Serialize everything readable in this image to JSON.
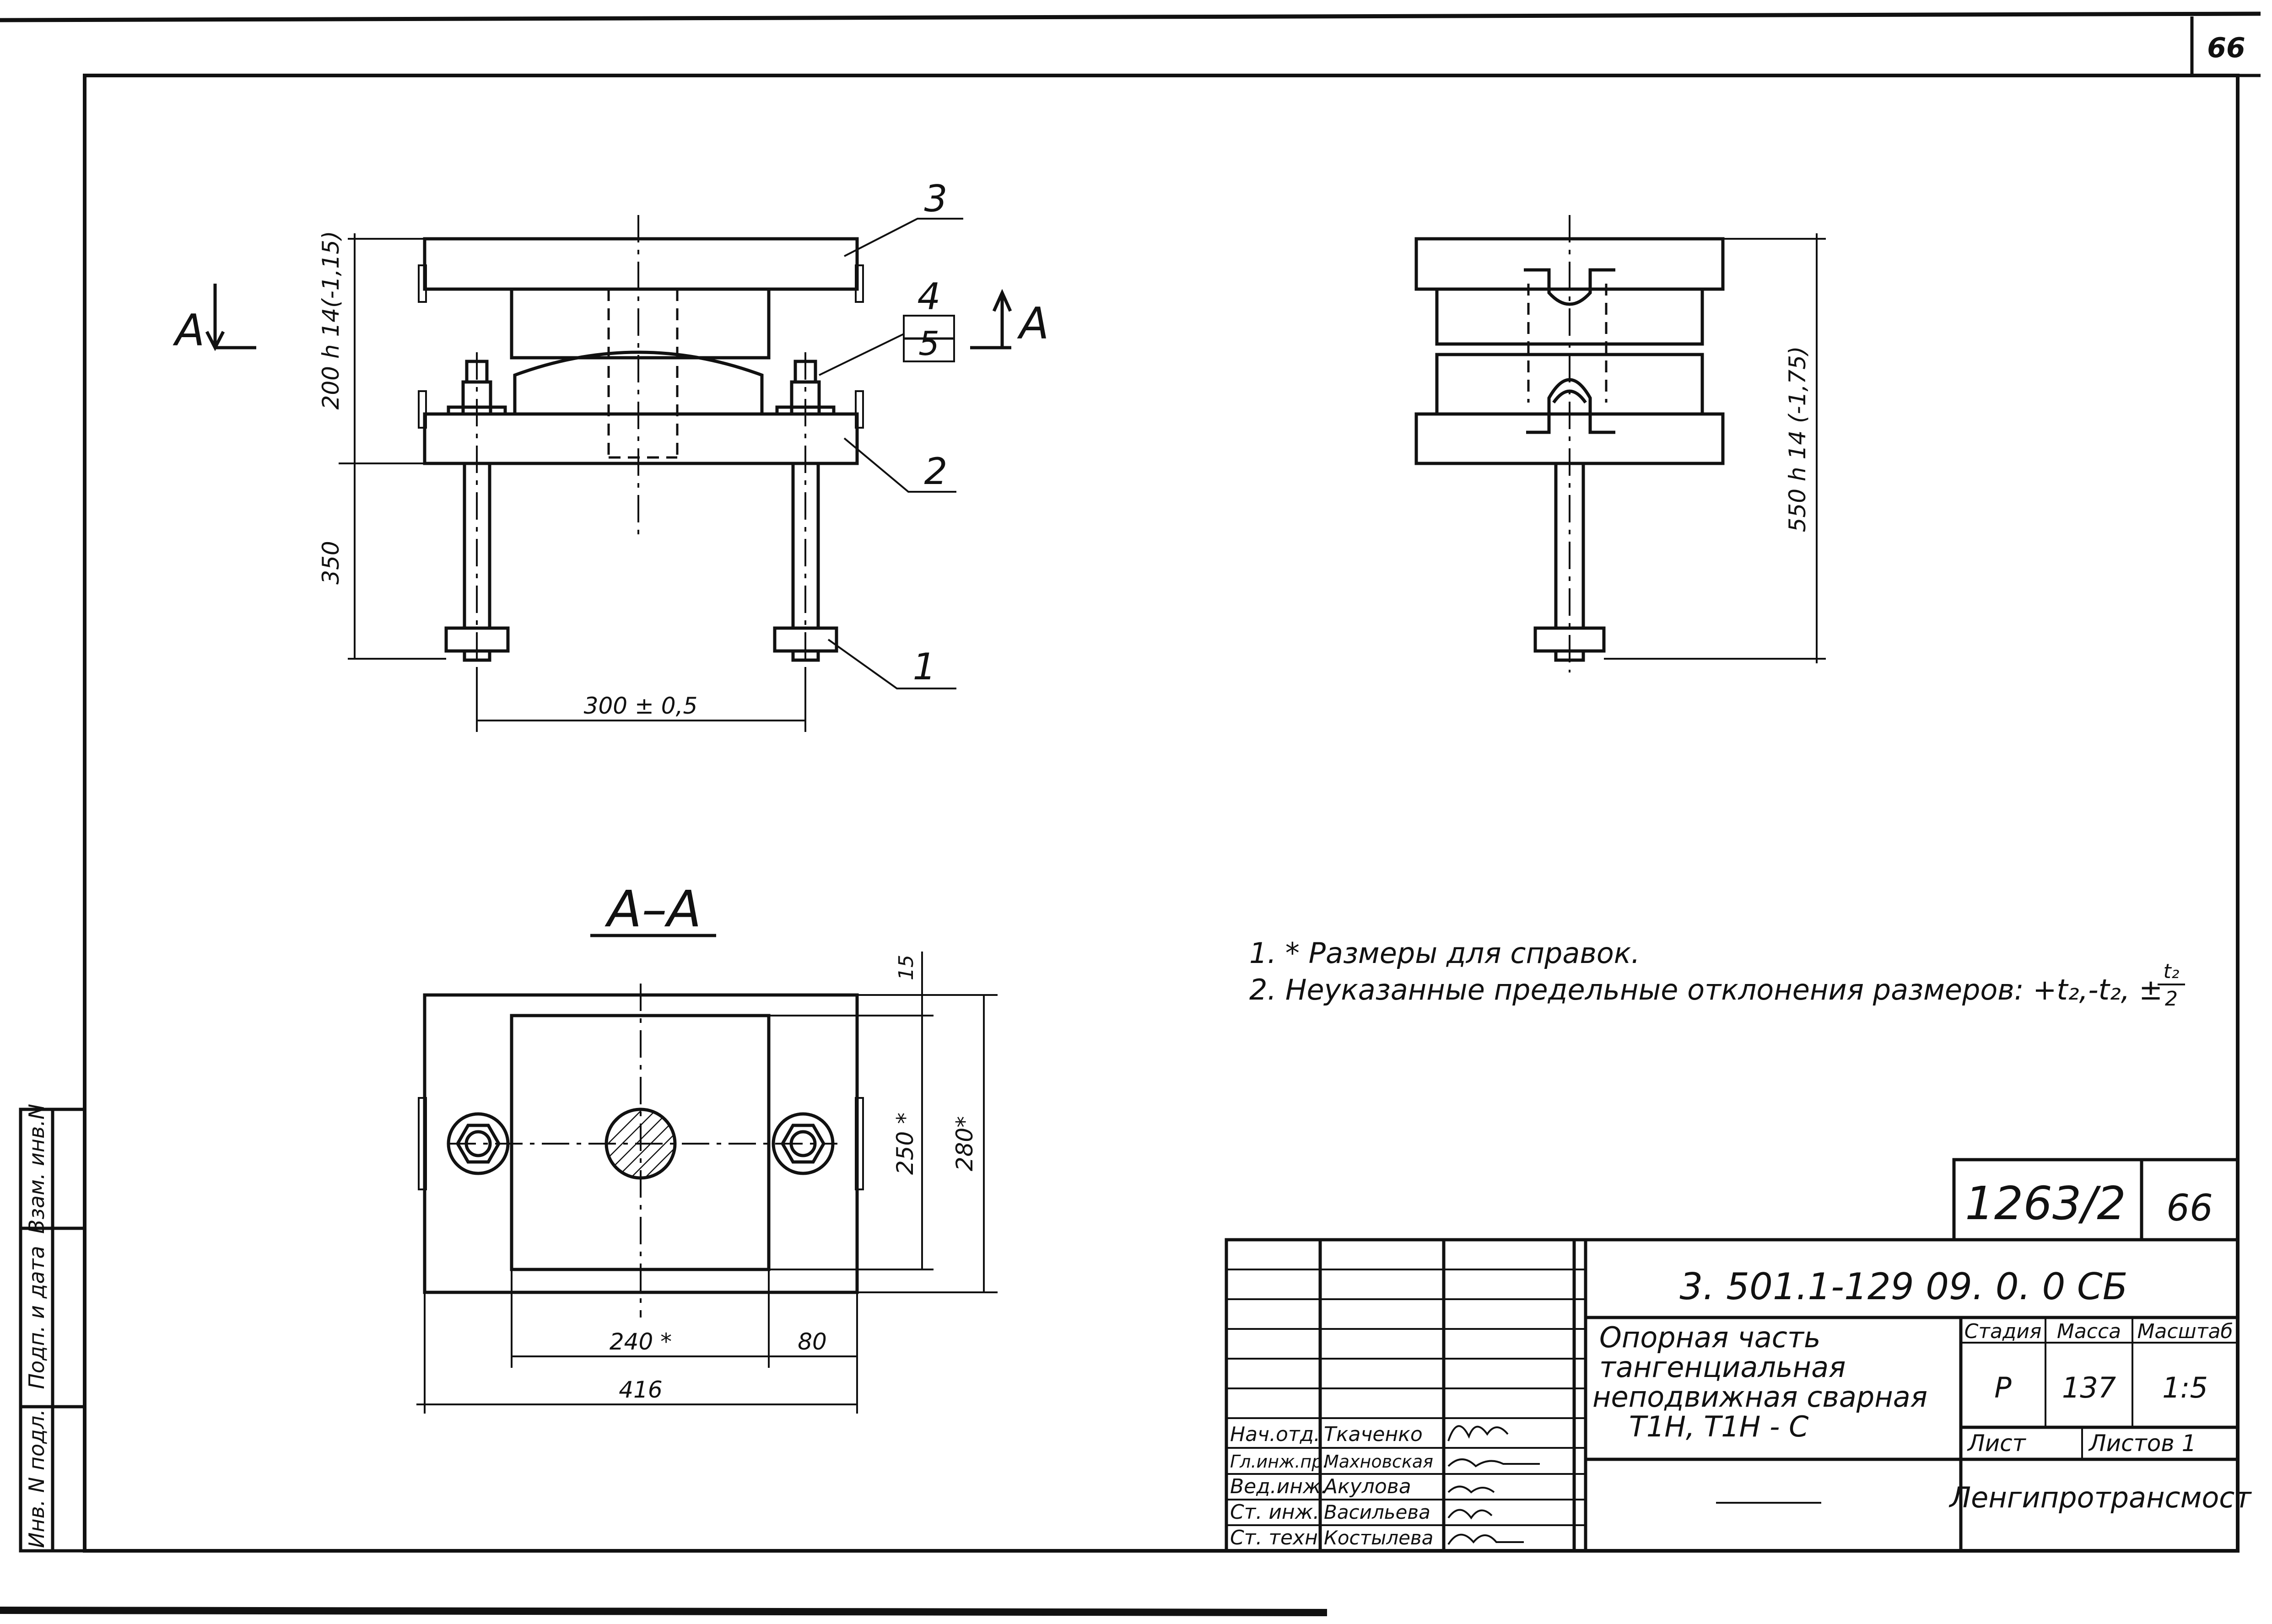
{
  "sheet": {
    "page_number": "66"
  },
  "views": {
    "front": {
      "callouts": [
        "3",
        "4",
        "5",
        "2",
        "1"
      ],
      "dim_height_top": "200 h 14(-1,15)",
      "dim_height_bolt": "350",
      "dim_bolt_spacing": "300 ± 0,5"
    },
    "side": {
      "dim_total_height": "550 h 14 (-1,75)"
    },
    "section_mark": {
      "letter": "A"
    },
    "section": {
      "title": "А–А",
      "dim_top_gap": "15",
      "dim_250": "250 *",
      "dim_280": "280*",
      "dim_240": "240 *",
      "dim_80": "80",
      "dim_416": "416"
    }
  },
  "notes": [
    "1. * Размеры для справок.",
    "2. Неуказанные предельные отклонения размеров: +t₂,-t₂, ±"
  ],
  "notes_fraction": {
    "numerator": "t₂",
    "denominator": "2"
  },
  "archive": {
    "code": "1263/2",
    "sheet": "66"
  },
  "title_block": {
    "designation": "3. 501.1-129 09. 0. 0 СБ",
    "name_lines": [
      "Опорная часть",
      "тангенциальная",
      "неподвижная сварная",
      "Т1Н, Т1Н - С"
    ],
    "headers": {
      "stage": "Стадия",
      "mass": "Масса",
      "scale": "Масштаб"
    },
    "values": {
      "stage": "Р",
      "mass": "137",
      "scale": "1:5"
    },
    "sheet_label": "Лист",
    "sheets_label": "Листов 1",
    "organization": "Ленгипротрансмост",
    "signatures": [
      {
        "role": "Нач.отд.",
        "name": "Ткаченко"
      },
      {
        "role": "Гл.инж.пр.",
        "name": "Махновская"
      },
      {
        "role": "Вед.инж.",
        "name": "Акулова"
      },
      {
        "role": "Ст. инж.",
        "name": "Васильева"
      },
      {
        "role": "Ст. техн.",
        "name": "Костылева"
      }
    ]
  },
  "side_stamp": {
    "labels": [
      "Инв. N подл.",
      "Подп. и дата",
      "Взам. инв.N"
    ]
  }
}
